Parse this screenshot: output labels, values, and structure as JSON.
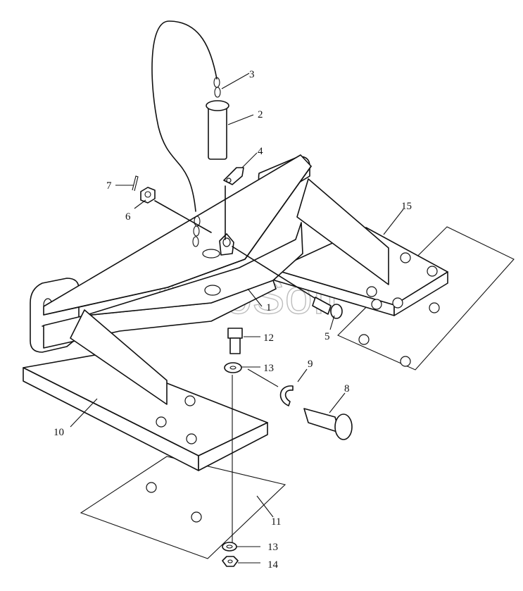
{
  "watermark": "AutoSoft",
  "callouts": [
    {
      "id": "c1",
      "label": "1"
    },
    {
      "id": "c2",
      "label": "2"
    },
    {
      "id": "c3",
      "label": "3"
    },
    {
      "id": "c4",
      "label": "4"
    },
    {
      "id": "c5",
      "label": "5"
    },
    {
      "id": "c6",
      "label": "6"
    },
    {
      "id": "c7",
      "label": "7"
    },
    {
      "id": "c8",
      "label": "8"
    },
    {
      "id": "c9",
      "label": "9"
    },
    {
      "id": "c10",
      "label": "10"
    },
    {
      "id": "c11",
      "label": "11"
    },
    {
      "id": "c12",
      "label": "12"
    },
    {
      "id": "c13a",
      "label": "13"
    },
    {
      "id": "c13b",
      "label": "13"
    },
    {
      "id": "c14",
      "label": "14"
    },
    {
      "id": "c15",
      "label": "15"
    }
  ]
}
